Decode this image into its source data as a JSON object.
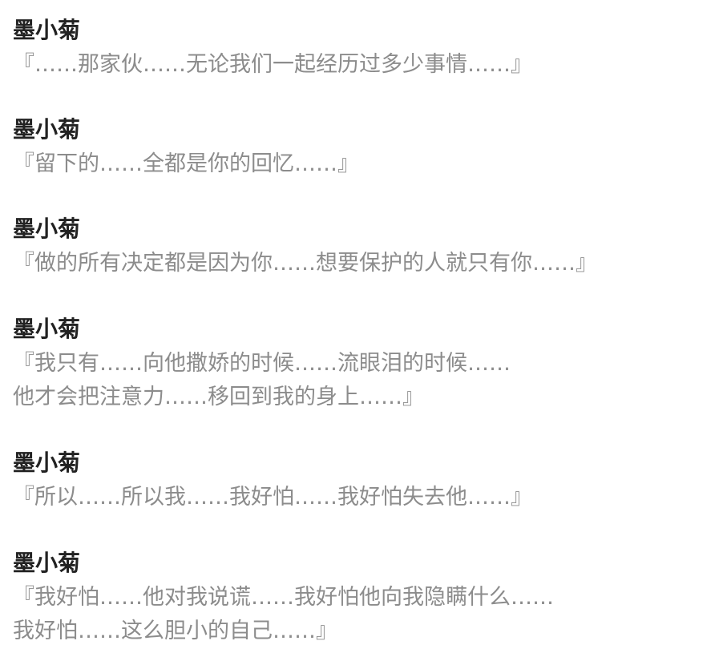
{
  "dialogue_log": [
    {
      "speaker": "墨小菊",
      "lines": [
        "『……那家伙……无论我们一起经历过多少事情……』"
      ]
    },
    {
      "speaker": "墨小菊",
      "lines": [
        "『留下的……全都是你的回忆……』"
      ]
    },
    {
      "speaker": "墨小菊",
      "lines": [
        "『做的所有决定都是因为你……想要保护的人就只有你……』"
      ]
    },
    {
      "speaker": "墨小菊",
      "lines": [
        "『我只有……向他撒娇的时候……流眼泪的时候……",
        "他才会把注意力……移回到我的身上……』"
      ]
    },
    {
      "speaker": "墨小菊",
      "lines": [
        "『所以……所以我……我好怕……我好怕失去他……』"
      ]
    },
    {
      "speaker": "墨小菊",
      "lines": [
        "『我好怕……他对我说谎……我好怕他向我隐瞒什么……",
        "我好怕……这么胆小的自己……』"
      ]
    }
  ]
}
